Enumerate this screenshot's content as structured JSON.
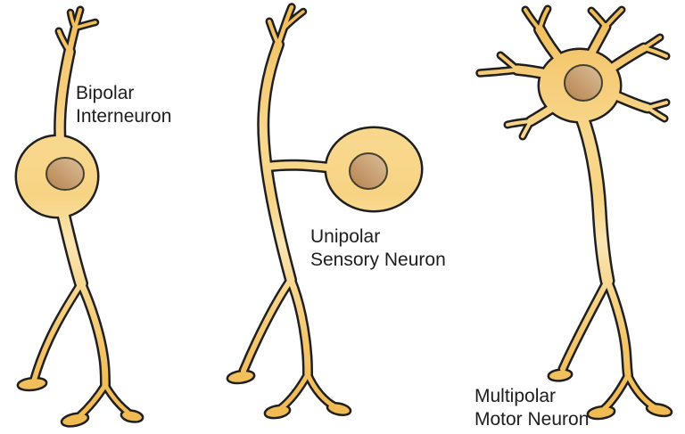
{
  "labels": {
    "bipolar": {
      "line1": "Bipolar",
      "line2": "Interneuron"
    },
    "unipolar": {
      "line1": "Unipolar",
      "line2": "Sensory Neuron"
    },
    "multipolar": {
      "line1": "Multipolar",
      "line2": "Motor Neuron"
    }
  },
  "colors": {
    "background": "#ffffff",
    "text": "#1d1d1d",
    "outline": "#1f1f1f",
    "body_gradient": [
      "#EFB84F",
      "#F5CA74",
      "#F8D88E",
      "#F7D383",
      "#FAE5B4",
      "#F7D488",
      "#F3C263",
      "#F0B84E"
    ],
    "nucleus_dark": "#B5824E",
    "nucleus_light": "#DCBF99",
    "nucleus_outline": "#44402E"
  }
}
